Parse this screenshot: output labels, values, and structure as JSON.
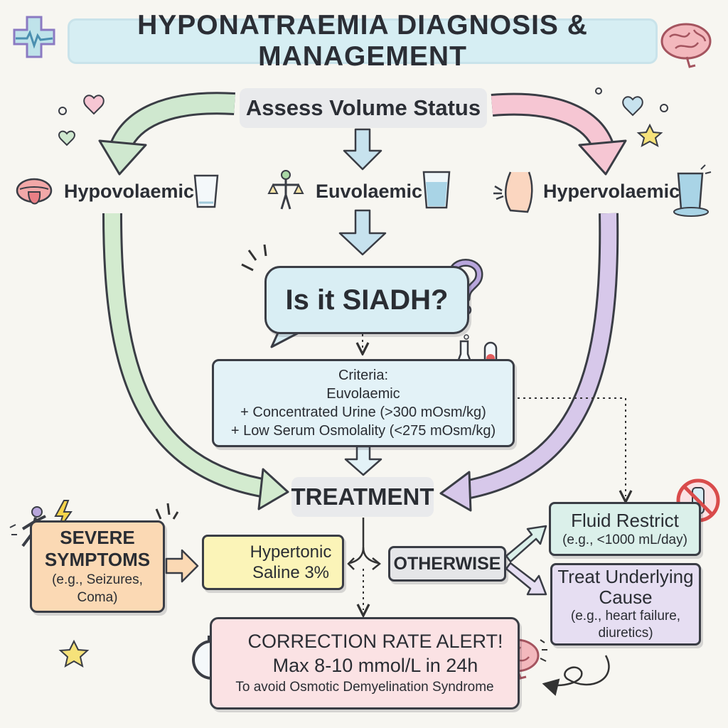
{
  "title": "HYPONATRAEMIA DIAGNOSIS & MANAGEMENT",
  "assess": "Assess Volume Status",
  "statuses": {
    "hypo": "Hypovolaemic",
    "eu": "Euvolaemic",
    "hyper": "Hypervolaemic"
  },
  "siadh_question": "Is it SIADH?",
  "criteria": {
    "heading": "Criteria:",
    "line1": "Euvolaemic",
    "line2": "+ Concentrated Urine (>300 mOsm/kg)",
    "line3": "+ Low Serum Osmolality (<275 mOsm/kg)"
  },
  "treatment": "TREATMENT",
  "severe": {
    "title_line1": "SEVERE",
    "title_line2": "SYMPTOMS",
    "example_line1": "(e.g., Seizures,",
    "example_line2": "Coma)"
  },
  "saline": {
    "line1": "Hypertonic",
    "line2": "Saline 3%"
  },
  "otherwise": "OTHERWISE",
  "fluid_restrict": {
    "title": "Fluid Restrict",
    "example": "(e.g., <1000 mL/day)"
  },
  "underlying_cause": {
    "title_line1": "Treat Underlying",
    "title_line2": "Cause",
    "example_line1": "(e.g., heart failure,",
    "example_line2": "diuretics)"
  },
  "correction_alert": {
    "title": "CORRECTION RATE ALERT!",
    "limit": "Max 8-10 mmol/L in 24h",
    "reason": "To avoid Osmotic Demyelination Syndrome"
  },
  "colors": {
    "hypo_path": "#cfe8cf",
    "eu_path": "#c7e2ee",
    "hyper_path": "#d7c8ea",
    "hyper_top_arrow": "#f6c6d3",
    "severe": "#fbd9b4",
    "saline": "#fbf4b8",
    "alert": "#fbe2e4"
  },
  "icons": [
    "medical-cross-icon",
    "brain-icon",
    "mouth-tongue-icon",
    "empty-glass-icon",
    "balance-figure-icon",
    "water-glass-icon",
    "swelling-leg-icon",
    "overflowing-glass-icon",
    "speech-bubble-icon",
    "question-mark-icon",
    "lab-flask-icon",
    "test-tube-icon",
    "collapsing-person-icon",
    "lightning-icon",
    "syringe-icon",
    "no-water-bottle-icon",
    "stopwatch-icon",
    "stressed-brain-icon",
    "heart-icon",
    "star-icon"
  ]
}
